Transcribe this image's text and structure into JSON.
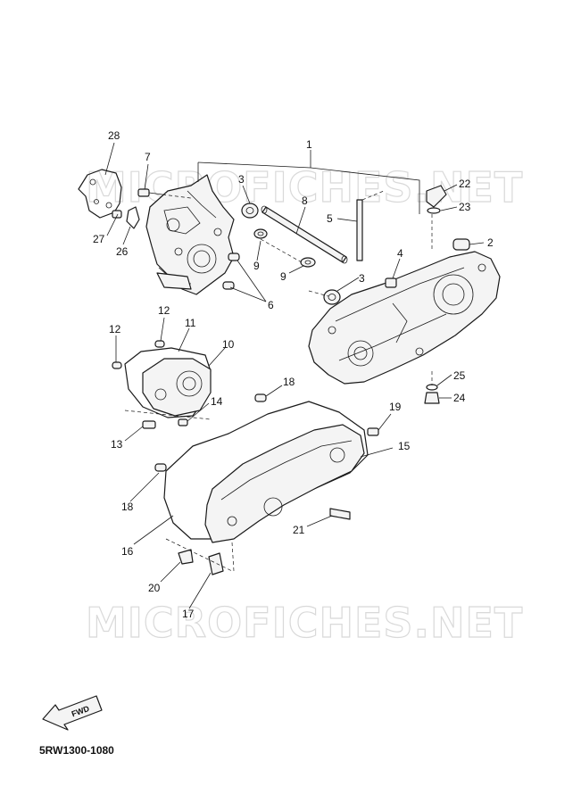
{
  "watermark_text": "MICROFICHES.NET",
  "diagram_code": "5RW1300-1080",
  "fwd_label": "FWD",
  "callouts": [
    {
      "id": "c28",
      "text": "28"
    },
    {
      "id": "c7",
      "text": "7"
    },
    {
      "id": "c1",
      "text": "1"
    },
    {
      "id": "c3a",
      "text": "3"
    },
    {
      "id": "c8",
      "text": "8"
    },
    {
      "id": "c22",
      "text": "22"
    },
    {
      "id": "c23",
      "text": "23"
    },
    {
      "id": "c2",
      "text": "2"
    },
    {
      "id": "c5",
      "text": "5"
    },
    {
      "id": "c27",
      "text": "27"
    },
    {
      "id": "c26",
      "text": "26"
    },
    {
      "id": "c9a",
      "text": "9"
    },
    {
      "id": "c9b",
      "text": "9"
    },
    {
      "id": "c4",
      "text": "4"
    },
    {
      "id": "c3b",
      "text": "3"
    },
    {
      "id": "c6",
      "text": "6"
    },
    {
      "id": "c12a",
      "text": "12"
    },
    {
      "id": "c11",
      "text": "11"
    },
    {
      "id": "c12b",
      "text": "12"
    },
    {
      "id": "c10",
      "text": "10"
    },
    {
      "id": "c25",
      "text": "25"
    },
    {
      "id": "c18a",
      "text": "18"
    },
    {
      "id": "c24",
      "text": "24"
    },
    {
      "id": "c14",
      "text": "14"
    },
    {
      "id": "c19",
      "text": "19"
    },
    {
      "id": "c13",
      "text": "13"
    },
    {
      "id": "c15",
      "text": "15"
    },
    {
      "id": "c18b",
      "text": "18"
    },
    {
      "id": "c21",
      "text": "21"
    },
    {
      "id": "c16",
      "text": "16"
    },
    {
      "id": "c20",
      "text": "20"
    },
    {
      "id": "c17",
      "text": "17"
    }
  ]
}
